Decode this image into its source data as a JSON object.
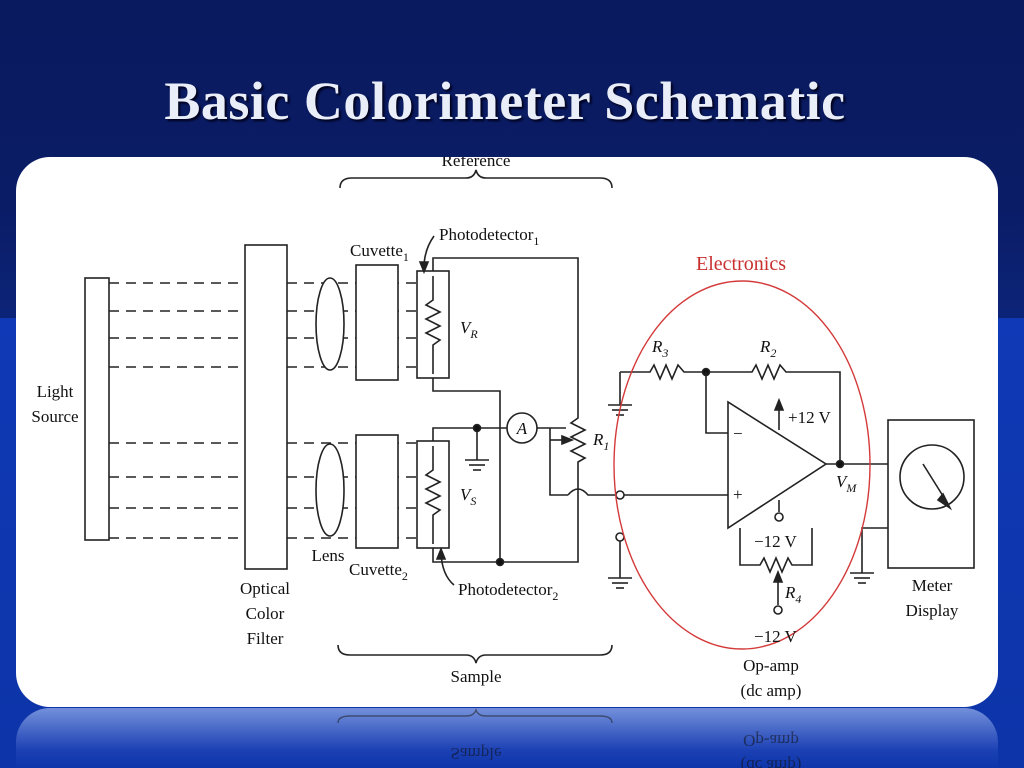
{
  "slide": {
    "title": "Basic Colorimeter Schematic"
  },
  "diagram": {
    "reference_label": "Reference",
    "sample_label": "Sample",
    "electronics_label": "Electronics",
    "light_source": [
      "Light",
      "Source"
    ],
    "optical_filter": [
      "Optical",
      "Color",
      "Filter"
    ],
    "lens": "Lens",
    "cuvette1": "Cuvette",
    "cuvette1_sub": "1",
    "cuvette2": "Cuvette",
    "cuvette2_sub": "2",
    "photodetector1": "Photodetector",
    "photodetector1_sub": "1",
    "photodetector2": "Photodetector",
    "photodetector2_sub": "2",
    "vr": "V",
    "vr_sub": "R",
    "vs": "V",
    "vs_sub": "S",
    "ammeter": "A",
    "r1": "R",
    "r1_sub": "1",
    "r2": "R",
    "r2_sub": "2",
    "r3": "R",
    "r3_sub": "3",
    "r4": "R",
    "r4_sub": "4",
    "plus12": "+12 V",
    "minus12a": "−12 V",
    "minus12b": "−12 V",
    "op_minus": "−",
    "op_plus": "+",
    "vm": "V",
    "vm_sub": "M",
    "opamp": [
      "Op-amp",
      "(dc amp)"
    ],
    "meter": [
      "Meter",
      "Display"
    ]
  },
  "colors": {
    "background": "#0b2a8c",
    "panel": "#ffffff",
    "electronics_outline": "#d43a3a",
    "title": "#e9eef9"
  }
}
